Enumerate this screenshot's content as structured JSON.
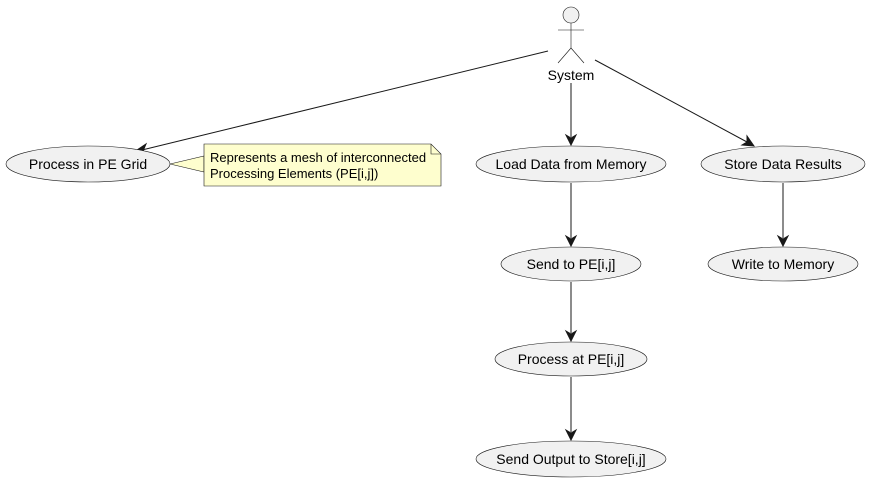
{
  "actor": {
    "label": "System"
  },
  "usecases": {
    "process_in_pe_grid": "Process in PE Grid",
    "load_data_from_memory": "Load Data from Memory",
    "store_data_results": "Store Data Results",
    "send_to_pe": "Send to PE[i,j]",
    "write_to_memory": "Write to Memory",
    "process_at_pe": "Process at PE[i,j]",
    "send_output_to_store": "Send Output to Store[i,j]"
  },
  "note": {
    "line1": "Represents a mesh of interconnected",
    "line2": "Processing Elements (PE[i,j])"
  },
  "colors": {
    "usecase_fill": "#f1f1f1",
    "note_fill": "#fefece",
    "stroke": "#181818"
  }
}
